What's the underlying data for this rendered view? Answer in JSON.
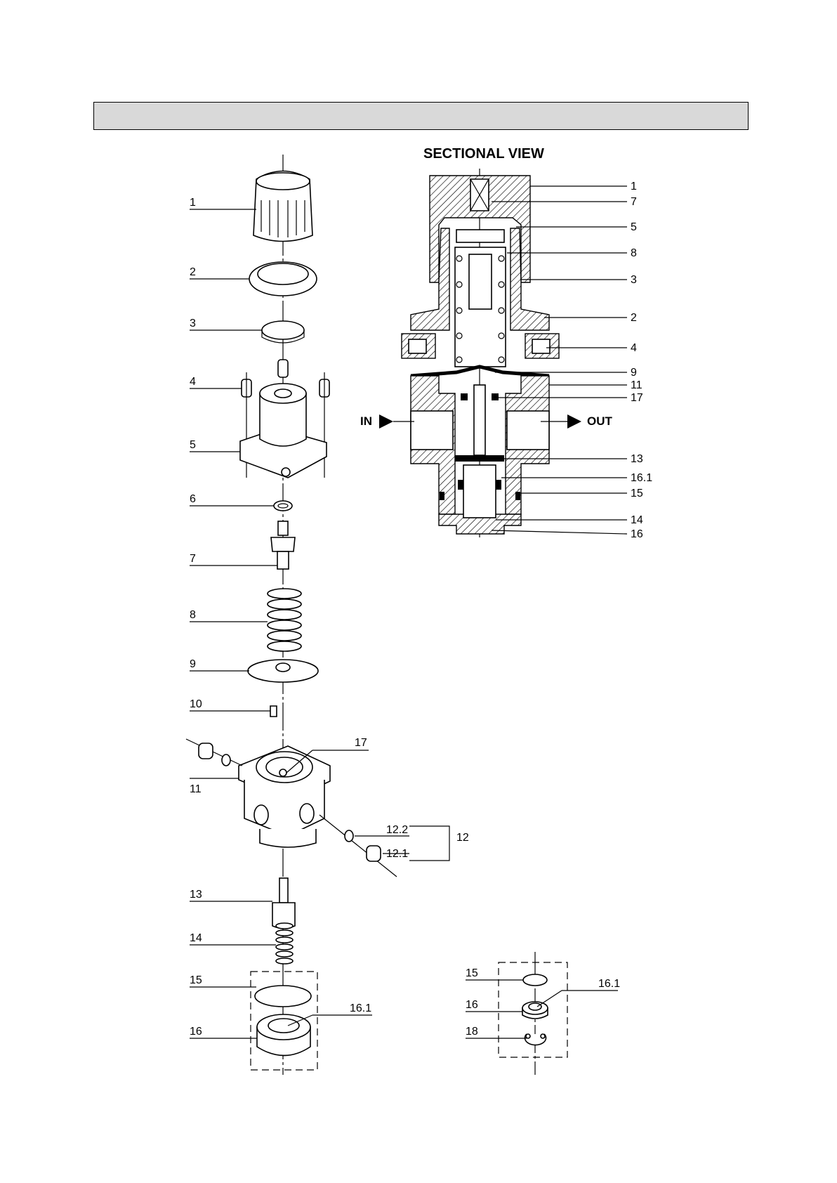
{
  "header": {
    "text": ""
  },
  "sectional": {
    "title": "SECTIONAL VIEW",
    "in_label": "IN",
    "out_label": "OUT",
    "callouts": [
      "1",
      "7",
      "5",
      "8",
      "3",
      "2",
      "4",
      "9",
      "11",
      "17",
      "13",
      "16.1",
      "15",
      "14",
      "16"
    ]
  },
  "exploded": {
    "callouts": [
      "1",
      "2",
      "3",
      "4",
      "5",
      "6",
      "7",
      "8",
      "9",
      "10",
      "17",
      "11",
      "12.2",
      "12",
      "12.1",
      "13",
      "14",
      "15",
      "16.1",
      "16"
    ]
  },
  "detail": {
    "callouts": [
      "15",
      "16.1",
      "16",
      "18"
    ]
  }
}
